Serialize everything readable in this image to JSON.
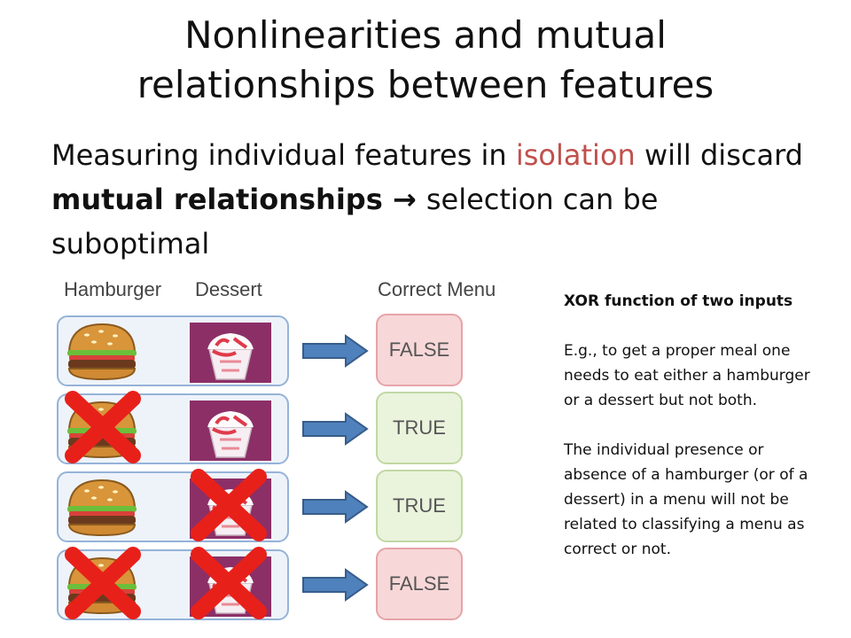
{
  "slide": {
    "title_line1": "Nonlinearities and mutual",
    "title_line2": "relationships between features",
    "lead": {
      "part1": "Measuring individual features in ",
      "highlight": "isolation",
      "part2": " will discard ",
      "bold": "mutual relationships",
      "arrow": " → ",
      "part3": "selection can be suboptimal"
    }
  },
  "diagram": {
    "headers": {
      "hamburger": "Hamburger",
      "dessert": "Dessert",
      "menu": "Correct Menu"
    },
    "rows": [
      {
        "hamburger_crossed": false,
        "dessert_crossed": false,
        "result": "FALSE"
      },
      {
        "hamburger_crossed": true,
        "dessert_crossed": false,
        "result": "TRUE"
      },
      {
        "hamburger_crossed": false,
        "dessert_crossed": true,
        "result": "TRUE"
      },
      {
        "hamburger_crossed": true,
        "dessert_crossed": true,
        "result": "FALSE"
      }
    ],
    "colors": {
      "cross": "#e8201a",
      "arrow": "#4f81bd",
      "false_bg": "#f7d7d8",
      "true_bg": "#eaf3dc"
    }
  },
  "side": {
    "heading": "XOR function of two inputs",
    "para1": "E.g., to get a proper meal one needs to eat either a hamburger or a dessert but not both.",
    "para2": "The individual presence or absence of a hamburger (or of a dessert) in a menu will not be related to classifying a menu as correct or not."
  }
}
